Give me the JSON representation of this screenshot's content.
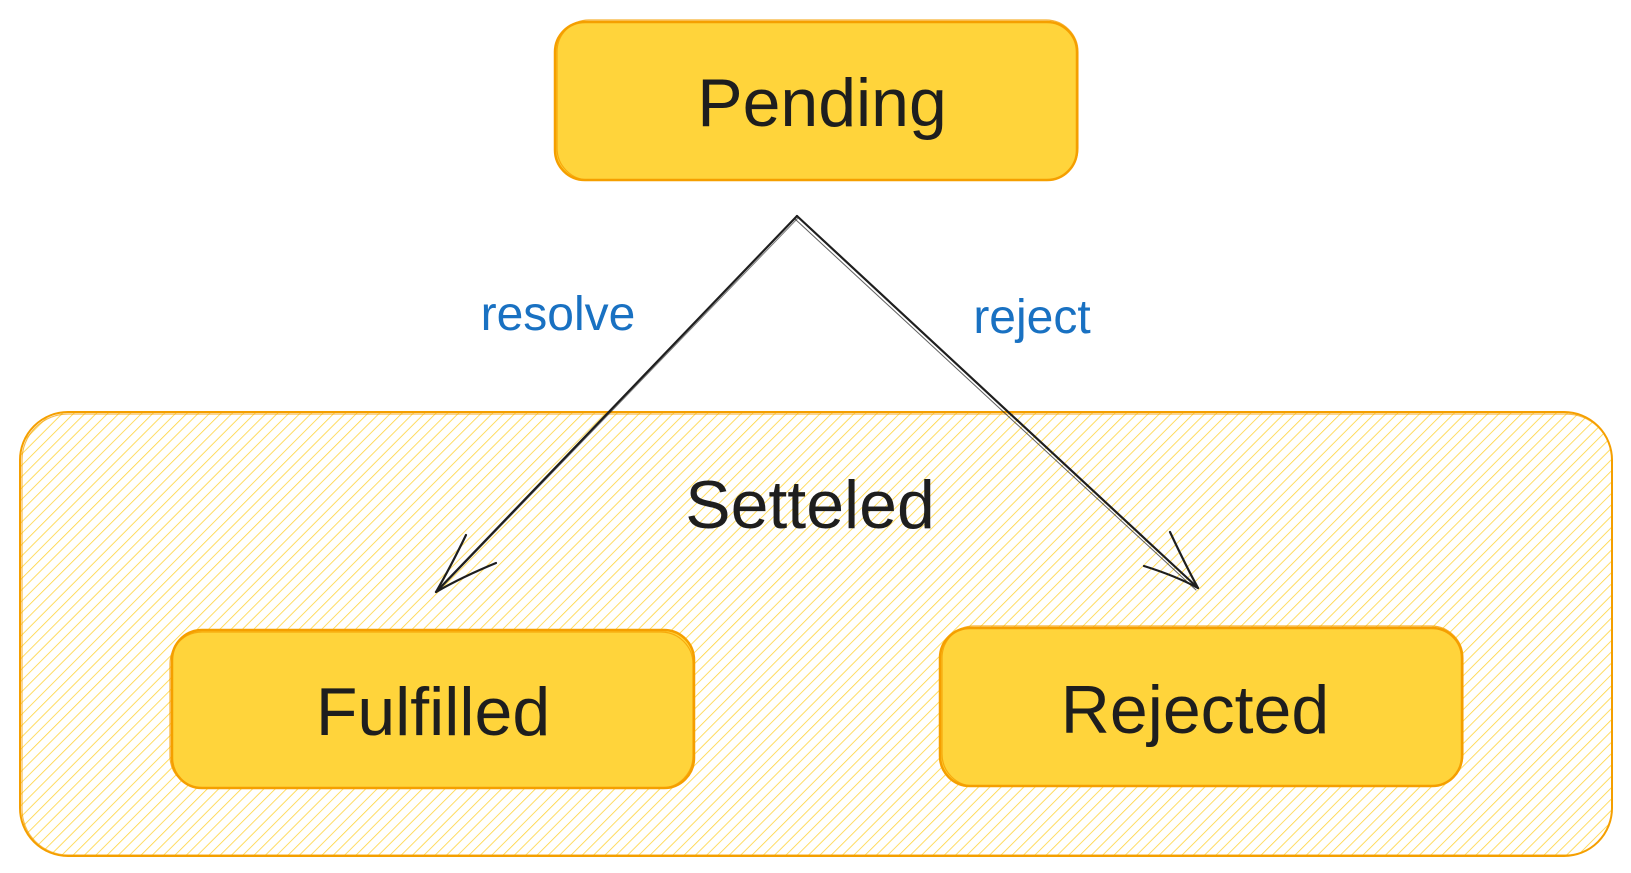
{
  "nodes": {
    "pending": "Pending",
    "settled": "Setteled",
    "fulfilled": "Fulfilled",
    "rejected": "Rejected"
  },
  "edges": {
    "resolve": "resolve",
    "reject": "reject"
  },
  "colors": {
    "node_fill": "#ffd43b",
    "node_stroke": "#f59f00",
    "hatch": "#ffd43b",
    "arrow": "#1e1e1e",
    "edge_label": "#1971c2",
    "text": "#1e1e1e"
  }
}
